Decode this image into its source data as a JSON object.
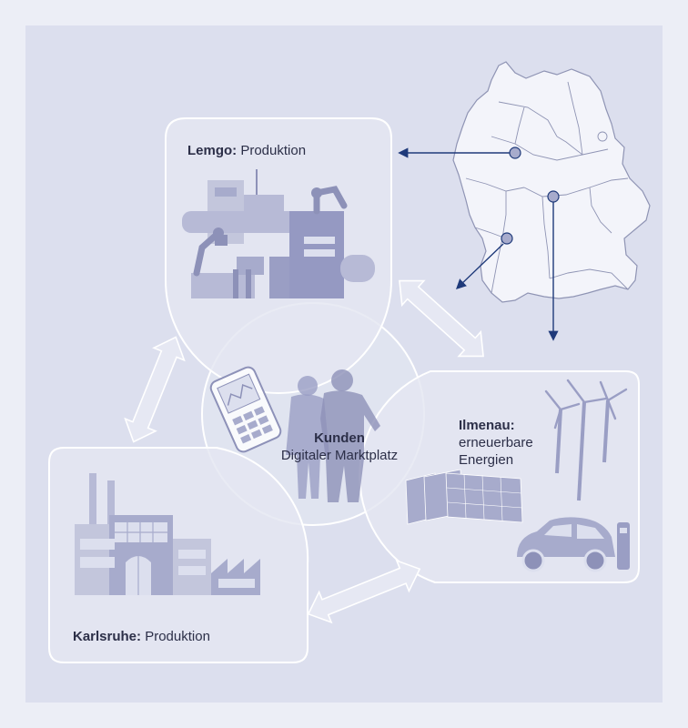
{
  "lemgo": {
    "city": "Lemgo:",
    "role": "Produktion"
  },
  "ilmenau": {
    "city": "Ilmenau:",
    "line1": "erneuerbare",
    "line2": "Energien"
  },
  "karlsruhe": {
    "city": "Karlsruhe:",
    "role": "Produktion"
  },
  "center": {
    "title": "Kunden",
    "subtitle": "Digitaler Marktplatz"
  },
  "colors": {
    "page": "#eceef6",
    "panel": "#dcdfee",
    "card_fill": "#e4e7f2",
    "card_stroke": "#ffffff",
    "illustration": "#a7abcc",
    "illustration_dark": "#8d91b8",
    "arrow_fill": "#e6e8f3",
    "map_fill": "#f3f4fa",
    "map_line": "#8f94b4",
    "pointer": "#1f3a7a",
    "text": "#2c2f48"
  }
}
